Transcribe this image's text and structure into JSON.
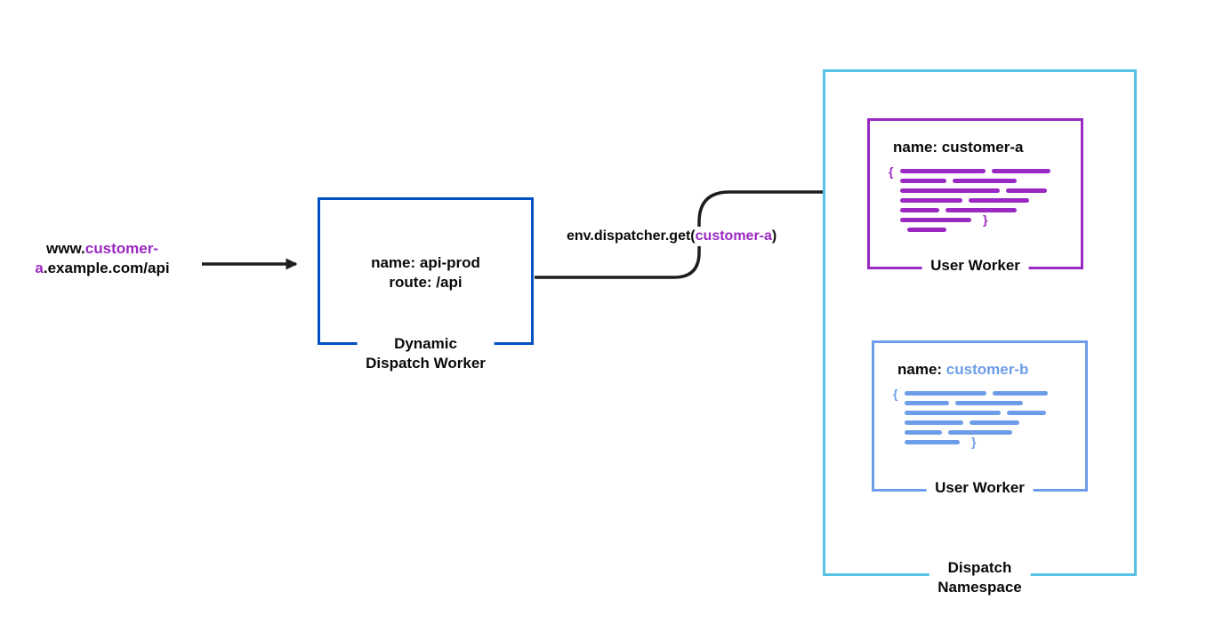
{
  "diagram": {
    "request_url": {
      "prefix": "www.",
      "highlight_line1": "customer-",
      "highlight_line2": "a",
      "suffix": ".example.com/api"
    },
    "dispatch_worker": {
      "line1": "name: api-prod",
      "line2": "route: /api",
      "label1": "Dynamic",
      "label2": "Dispatch Worker"
    },
    "call": {
      "prefix": "env.dispatcher.get(",
      "arg": "customer-a",
      "suffix": ")"
    },
    "namespace": {
      "label1": "Dispatch",
      "label2": "Namespace"
    },
    "worker_a": {
      "name_label": "name: customer-a",
      "caption": "User Worker",
      "open_brace": "{",
      "code_rows": [
        {
          "bars": [
            96,
            66
          ]
        },
        {
          "bars": [
            52,
            72
          ]
        },
        {
          "bars": [
            112,
            46
          ]
        },
        {
          "bars": [
            70,
            68
          ]
        },
        {
          "bars": [
            44,
            80
          ]
        },
        {
          "bars": [
            80
          ],
          "close": "}"
        },
        {
          "bars": [
            44
          ],
          "indent": 8
        }
      ]
    },
    "worker_b": {
      "name_prefix": "name: ",
      "name_value": "customer-b",
      "caption": "User Worker",
      "open_brace": "{",
      "code_rows": [
        {
          "bars": [
            92,
            62
          ]
        },
        {
          "bars": [
            50,
            76
          ]
        },
        {
          "bars": [
            108,
            44
          ]
        },
        {
          "bars": [
            66,
            56
          ]
        },
        {
          "bars": [
            42,
            72
          ]
        },
        {
          "bars": [
            62
          ],
          "close": "}"
        }
      ]
    },
    "colors": {
      "dispatch_blue": "#0051c3",
      "purple": "#9a28c2",
      "light_blue": "#6d9de8",
      "cyan": "#57c2e3",
      "arrow": "#1d1d1d"
    }
  }
}
